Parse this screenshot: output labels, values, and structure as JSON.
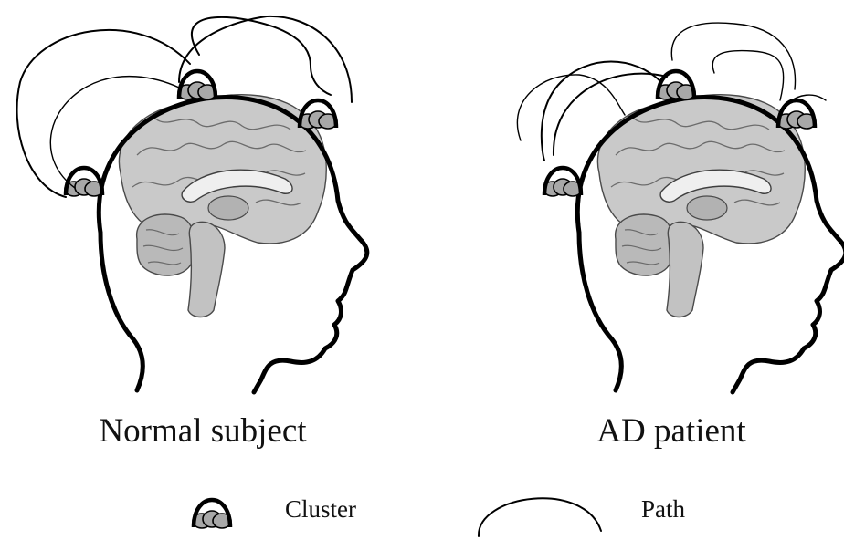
{
  "panels": [
    {
      "caption": "Normal subject"
    },
    {
      "caption": "AD patient"
    }
  ],
  "legend": {
    "cluster_label": "Cluster",
    "path_label": "Path"
  }
}
